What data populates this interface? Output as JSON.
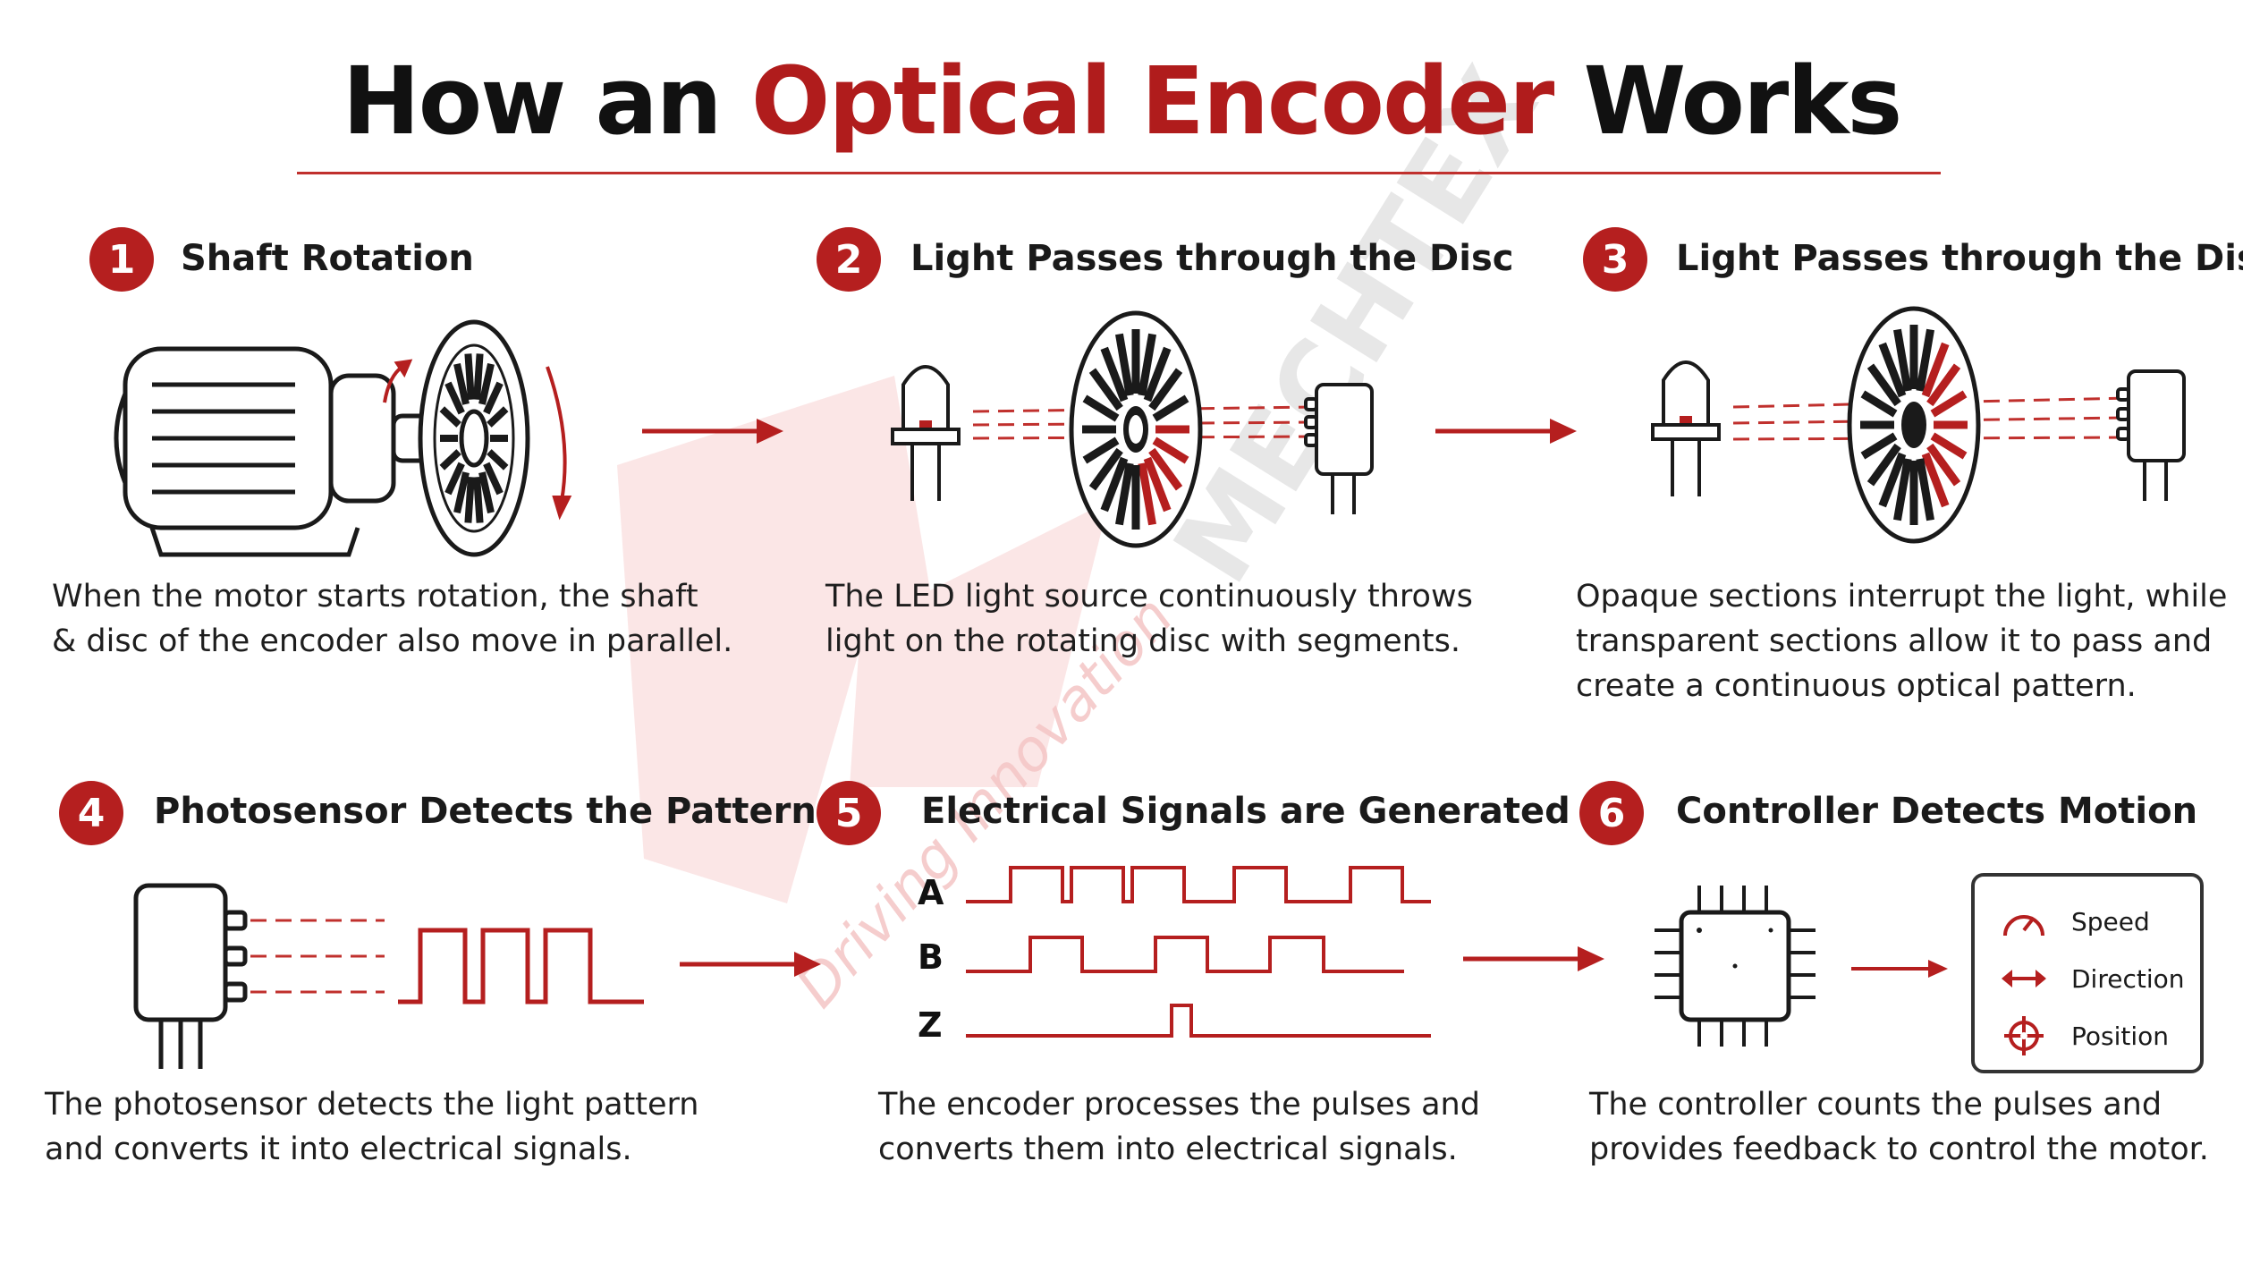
{
  "title": {
    "part1": "How an",
    "accent": "Optical Encoder",
    "part2": "Works"
  },
  "watermark": {
    "brand": "MECHTEX",
    "tagline": "Driving Innovation"
  },
  "colors": {
    "accent": "#b51f1f",
    "text": "#1a1a1a",
    "watermark": "#f5d6d6"
  },
  "steps": [
    {
      "number": "1",
      "heading": "Shaft Rotation",
      "desc": [
        "When the motor starts rotation, the shaft",
        "& disc of the encoder also move in parallel."
      ]
    },
    {
      "number": "2",
      "heading": "Light Passes through the Disc",
      "desc": [
        "The LED light source continuously throws",
        "light on the rotating disc with segments."
      ]
    },
    {
      "number": "3",
      "heading": "Light Passes through the Disc",
      "desc": [
        "Opaque sections interrupt the light, while",
        "transparent sections allow it to pass and",
        "create a continuous optical pattern."
      ]
    },
    {
      "number": "4",
      "heading": "Photosensor Detects the Pattern",
      "desc": [
        "The photosensor detects the light pattern",
        "and converts it into electrical signals."
      ]
    },
    {
      "number": "5",
      "heading": "Electrical Signals are Generated",
      "desc": [
        "The encoder processes the pulses and",
        "converts them into electrical signals."
      ]
    },
    {
      "number": "6",
      "heading": "Controller Detects Motion",
      "desc": [
        "The controller counts the pulses and",
        "provides feedback to control the motor."
      ]
    }
  ],
  "signals": [
    "A",
    "B",
    "Z"
  ],
  "feedback": [
    {
      "label": "Speed",
      "icon": "speedometer-icon"
    },
    {
      "label": "Direction",
      "icon": "double-arrow-icon"
    },
    {
      "label": "Position",
      "icon": "crosshair-icon"
    }
  ]
}
